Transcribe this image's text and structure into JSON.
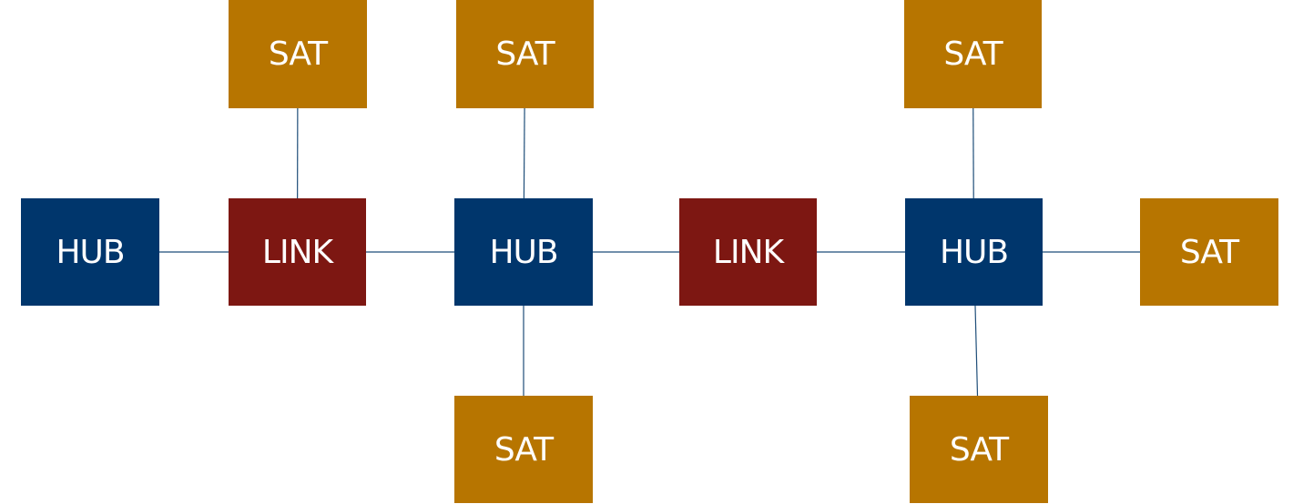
{
  "colors": {
    "hub": "#00366c",
    "link": "#7d1712",
    "sat": "#b77500",
    "edge": "#1f4e79"
  },
  "nodes": [
    {
      "id": "hub-1",
      "type": "hub",
      "label": "HUB"
    },
    {
      "id": "link-1",
      "type": "link",
      "label": "LINK"
    },
    {
      "id": "hub-2",
      "type": "hub",
      "label": "HUB"
    },
    {
      "id": "link-2",
      "type": "link",
      "label": "LINK"
    },
    {
      "id": "hub-3",
      "type": "hub",
      "label": "HUB"
    },
    {
      "id": "sat-1",
      "type": "sat",
      "label": "SAT"
    },
    {
      "id": "sat-2",
      "type": "sat",
      "label": "SAT"
    },
    {
      "id": "sat-3",
      "type": "sat",
      "label": "SAT"
    },
    {
      "id": "sat-4",
      "type": "sat",
      "label": "SAT"
    },
    {
      "id": "sat-5",
      "type": "sat",
      "label": "SAT"
    },
    {
      "id": "sat-6",
      "type": "sat",
      "label": "SAT"
    }
  ],
  "edges": [
    {
      "from": "hub-1",
      "to": "link-1"
    },
    {
      "from": "link-1",
      "to": "hub-2"
    },
    {
      "from": "hub-2",
      "to": "link-2"
    },
    {
      "from": "link-2",
      "to": "hub-3"
    },
    {
      "from": "hub-3",
      "to": "sat-6"
    },
    {
      "from": "link-1",
      "to": "sat-1"
    },
    {
      "from": "hub-2",
      "to": "sat-2"
    },
    {
      "from": "hub-2",
      "to": "sat-4"
    },
    {
      "from": "hub-3",
      "to": "sat-3"
    },
    {
      "from": "hub-3",
      "to": "sat-5"
    }
  ]
}
